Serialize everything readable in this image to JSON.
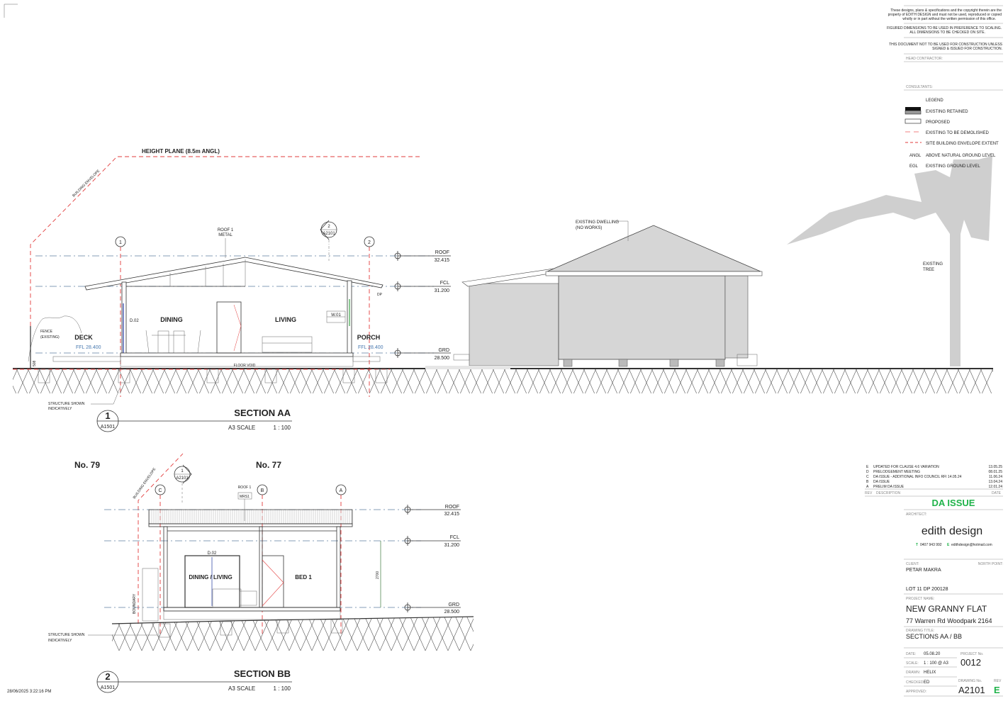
{
  "notes": {
    "copyright": [
      "These designs, plans & specifications and the copyright therein are the",
      "property of EDITH DESIGN and must not be used, reproduced or copied",
      "wholly or in part without the written permission of this office."
    ],
    "dimensions": [
      "FIGURED DIMENSIONS TO BE USED IN PREFERENCE TO SCALING.",
      "ALL DIMENSIONS TO BE CHECKED ON SITE."
    ],
    "construction": [
      "THIS DOCUMENT NOT TO BE USED FOR CONSTRUCTION UNLESS",
      "SIGNED & ISSUED FOR CONSTRUCTION."
    ],
    "head_contractor": "HEAD CONTRACTOR:",
    "consultants": "CONSULTANTS:"
  },
  "legend": {
    "title": "LEGEND",
    "items": [
      "EXISTING RETAINED",
      "PROPOSED",
      "EXISTING TO BE DEMOLISHED",
      "SITE BUILDING ENVELOPE EXTENT"
    ],
    "abbr": [
      {
        "code": "ANGL",
        "text": "ABOVE NATURAL GROUND LEVEL"
      },
      {
        "code": "EGL",
        "text": "EXISTING GROUND LEVEL"
      }
    ],
    "colors": {
      "demolish": "#f08080",
      "envelope": "#e23b3b"
    }
  },
  "section_aa": {
    "height_plane": "HEIGHT PLANE (8.5m ANGL)",
    "building_envelope": "BUILDING ENVELOPE",
    "roof_note": [
      "ROOF 1",
      "METAL"
    ],
    "marker": {
      "num": "2",
      "sheet": "A2101"
    },
    "grids": [
      "1",
      "2"
    ],
    "levels": [
      {
        "name": "ROOF",
        "value": "32.415"
      },
      {
        "name": "FCL",
        "value": "31.200"
      },
      {
        "name": "GRD",
        "value": "28.500"
      }
    ],
    "rooms": {
      "dining": "DINING",
      "living": "LIVING",
      "deck": "DECK",
      "porch": "PORCH"
    },
    "ffl_deck": "FFL 28.400",
    "ffl_porch": "FFL 28.400",
    "door": "D.02",
    "window": "W.01",
    "floor_void": "FLOOR VOID",
    "dp": "DP",
    "fence": [
      "FENCE",
      "(EXISTING)"
    ],
    "dim": "508",
    "structure_note": [
      "STRUCTURE SHOWN",
      "INDICATIVELY"
    ],
    "existing_dwelling": [
      "EXISTING DWELLING",
      "(NO WORKS)"
    ],
    "existing_tree": [
      "EXISTING",
      "TREE"
    ],
    "title": "SECTION AA",
    "title_num": "1",
    "title_sheet": "A1501",
    "scale_label": "A3 SCALE",
    "scale": "1 : 100"
  },
  "section_bb": {
    "lot_left": "No. 79",
    "lot_right": "No. 77",
    "building_envelope": "BUILDING ENVELOPE",
    "marker": {
      "num": "1",
      "sheet": "A2101"
    },
    "grids": [
      "C",
      "B",
      "A"
    ],
    "roof_note": "ROOF 1",
    "roof_tag": "MRS1",
    "levels": [
      {
        "name": "ROOF",
        "value": "32.415"
      },
      {
        "name": "FCL",
        "value": "31.200"
      },
      {
        "name": "GRD",
        "value": "28.500"
      }
    ],
    "rooms": {
      "dining_living": "DINING / LIVING",
      "bed": "BED 1"
    },
    "door": "D.02",
    "dim": "2700",
    "boundary": "BOUNDARY",
    "structure_note": [
      "STRUCTURE SHOWN",
      "INDICATIVELY"
    ],
    "title": "SECTION BB",
    "title_num": "2",
    "title_sheet": "A1501",
    "scale_label": "A3 SCALE",
    "scale": "1 : 100"
  },
  "timestamp": "28/06/2025 3:22:16 PM",
  "revisions": {
    "rows": [
      {
        "rev": "E",
        "desc": "UPDATED FOR CLAUSE 4.6 VARIATION",
        "date": "13.05.25"
      },
      {
        "rev": "D",
        "desc": "PRELODGEMENT MEETING",
        "date": "08.01.25"
      },
      {
        "rev": "C",
        "desc": "DA ISSUE - ADDITIONAL INFO COUNCIL RFI 14.05.24",
        "date": "11.06.24"
      },
      {
        "rev": "B",
        "desc": "DA ISSUE",
        "date": "13.04.24"
      },
      {
        "rev": "A",
        "desc": "PRELIM DA ISSUE",
        "date": "12.01.24"
      }
    ],
    "headers": {
      "rev": "REV",
      "desc": "DESCRIPTION",
      "date": "DATE"
    }
  },
  "title_block": {
    "status": "DA ISSUE",
    "architect_label": "ARCHITECT:",
    "architect": "edith design",
    "phone_label": "T",
    "phone": "0407 943 992",
    "email_label": "E",
    "email": "edithdesign@hotmail.com",
    "client_label": "CLIENT:",
    "client": "PETAR MAKRA",
    "north_label": "NORTH POINT:",
    "lot": "LOT 11  DP 200128",
    "project_label": "PROJECT NAME:",
    "project": "NEW GRANNY FLAT",
    "address": "77 Warren Rd Woodpark 2164",
    "drawing_title_label": "DRAWING TITLE:",
    "drawing_title": "SECTIONS AA / BB",
    "date_label": "DATE:",
    "date": "05.08.20",
    "scale_label": "SCALE:",
    "scale": "1 : 100  @ A3",
    "drawn_label": "DRAWN:",
    "drawn": "HELIX",
    "checked_label": "CHECKED:",
    "checked": "ED",
    "approved_label": "APPROVED:",
    "project_no_label": "PROJECT No.",
    "project_no": "0012",
    "drawing_no_label": "DRAWING No.",
    "drawing_no": "A2101",
    "rev_label": "REV",
    "rev": "E",
    "accent": "#1fb34a"
  }
}
